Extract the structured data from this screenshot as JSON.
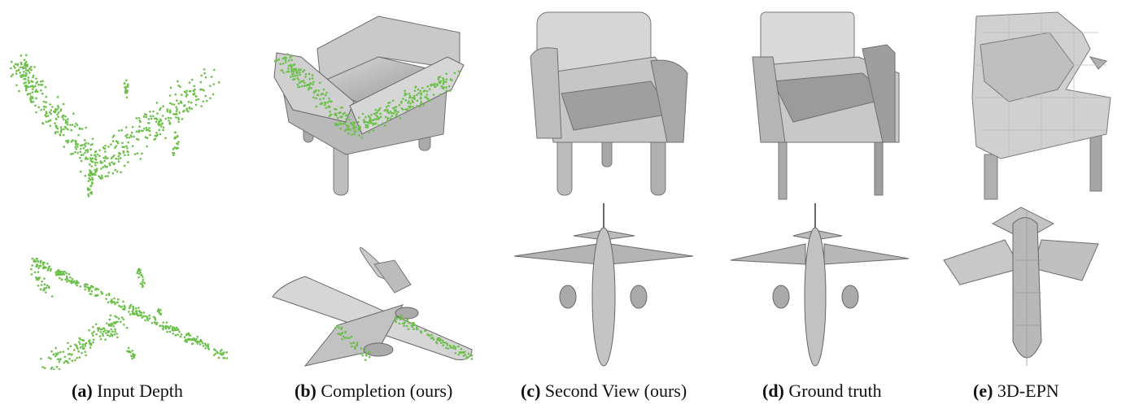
{
  "figure": {
    "captions": [
      {
        "tag": "(a)",
        "text": "Input Depth"
      },
      {
        "tag": "(b)",
        "text": "Completion (ours)"
      },
      {
        "tag": "(c)",
        "text": "Second View (ours)"
      },
      {
        "tag": "(d)",
        "text": "Ground truth"
      },
      {
        "tag": "(e)",
        "text": "3D-EPN"
      }
    ],
    "colors": {
      "point_cloud": "#6cc04a",
      "mesh_light": "#d2d2d2",
      "mesh_mid": "#a9a9a9",
      "mesh_dark": "#7d7d7d",
      "outline": "#5a5a5a"
    }
  }
}
